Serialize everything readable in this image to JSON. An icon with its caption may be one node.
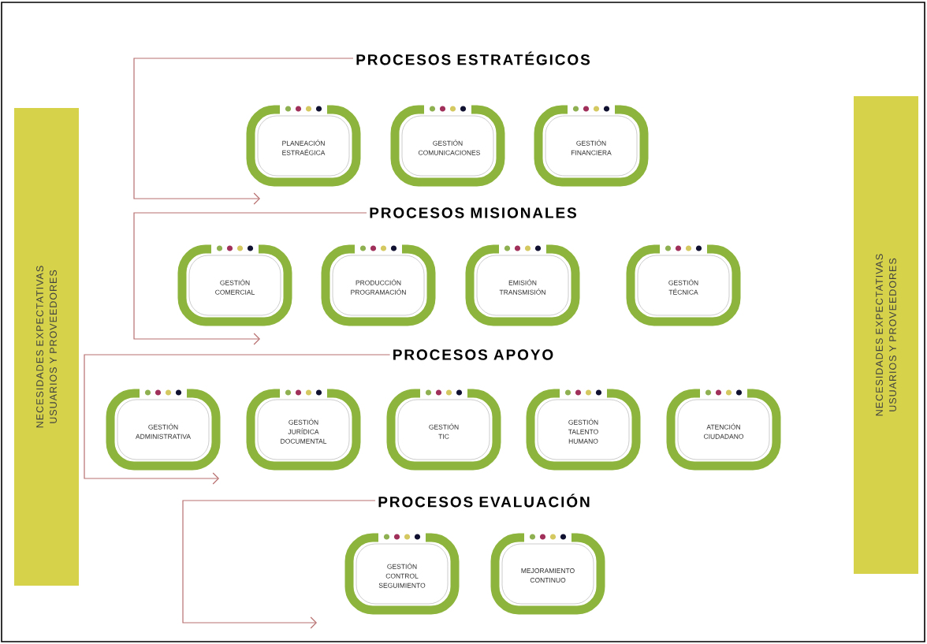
{
  "diagram": {
    "nodes": [
      {
        "text": [
          "NECESIDADES EXPECTATIVAS USUARIOS Y PROVEEDORES"
        ]
      },
      {
        "text": [
          "PROCESOS ESTRATÉGICOS"
        ]
      },
      {
        "text": [
          "PLANEACIÓN ESTRAÉGICA"
        ]
      },
      {
        "text": [
          "GESTIÓN COMUNICACIONES"
        ]
      },
      {
        "text": [
          "GESTIÓN FINANCIERA"
        ]
      },
      {
        "text": [
          "PROCESOS MISIONALES"
        ]
      },
      {
        "text": [
          "GESTIÓN COMERCIAL"
        ]
      },
      {
        "text": [
          "PRODUCCIÓN PROGRAMACIÓN"
        ]
      },
      {
        "text": [
          "EMISIÓN TRANSMISIÓN"
        ]
      },
      {
        "text": [
          "GESTIÓN TÉCNICA"
        ]
      },
      {
        "text": [
          "PROCESOS APOYO"
        ]
      },
      {
        "text": [
          "GESTIÓN ADMINISTRATIVA"
        ]
      },
      {
        "text": [
          "GESTIÓN JURÍDICA DOCUMENTAL"
        ]
      },
      {
        "text": [
          "GESTIÓN TIC"
        ]
      },
      {
        "text": [
          "GESTIÓN TALENTO HUMANO"
        ]
      },
      {
        "text": [
          "ATENCIÓN CIUDADANO"
        ]
      },
      {
        "text": [
          "PROCESOS EVALUACIÓN"
        ]
      },
      {
        "text": [
          "GESTIÓN CONTROL SEGUIMIENTO"
        ]
      },
      {
        "text": [
          "MEJORAMIENTO CONTINUO"
        ]
      },
      {
        "text": [
          "NECESIDADES EXPECTATIVAS USUARIOS Y PROVEEDORES"
        ]
      }
    ],
    "edges": [
      {
        "from": 1,
        "to": null,
        "arrow": "to"
      },
      {
        "from": 5,
        "to": null,
        "arrow": "to"
      },
      {
        "from": 10,
        "to": null,
        "arrow": "to"
      },
      {
        "from": 16,
        "to": null,
        "arrow": "to"
      }
    ]
  }
}
